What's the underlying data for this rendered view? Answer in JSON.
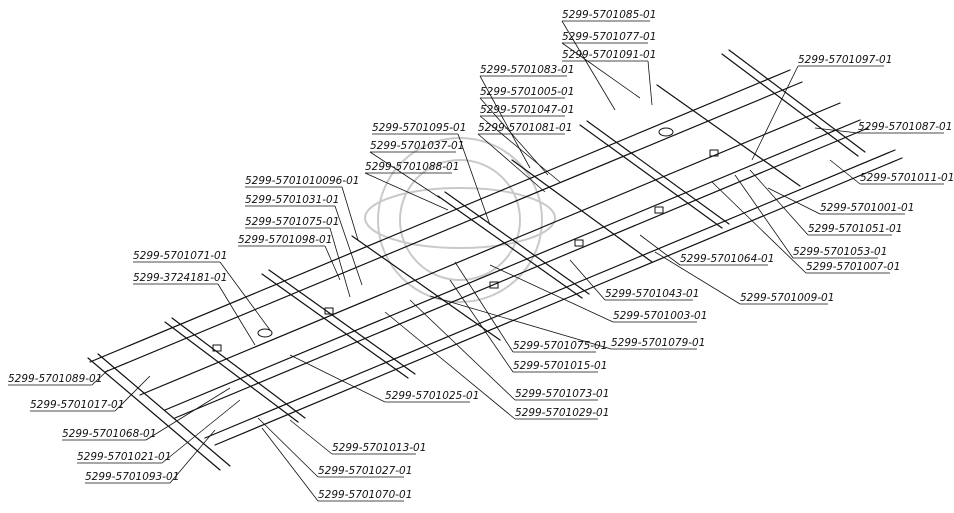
{
  "callouts": [
    {
      "id": "c1",
      "text": "5299-5701085-01"
    },
    {
      "id": "c2",
      "text": "5299-5701077-01"
    },
    {
      "id": "c3",
      "text": "5299-5701091-01"
    },
    {
      "id": "c4",
      "text": "5299-5701083-01"
    },
    {
      "id": "c5",
      "text": "5299-5701097-01"
    },
    {
      "id": "c6",
      "text": "5299-5701005-01"
    },
    {
      "id": "c7",
      "text": "5299-5701047-01"
    },
    {
      "id": "c8",
      "text": "5299-5701081-01"
    },
    {
      "id": "c9",
      "text": "5299-5701087-01"
    },
    {
      "id": "c10",
      "text": "5299-5701095-01"
    },
    {
      "id": "c11",
      "text": "5299-5701037-01"
    },
    {
      "id": "c12",
      "text": "5299-5701088-01"
    },
    {
      "id": "c13",
      "text": "5299-5701011-01"
    },
    {
      "id": "c14",
      "text": "5299-5701010096-01"
    },
    {
      "id": "c15",
      "text": "5299-5701031-01"
    },
    {
      "id": "c16",
      "text": "5299-5701001-01"
    },
    {
      "id": "c17",
      "text": "5299-5701075-01"
    },
    {
      "id": "c18",
      "text": "5299-5701051-01"
    },
    {
      "id": "c19",
      "text": "5299-5701098-01"
    },
    {
      "id": "c20",
      "text": "5299-5701053-01"
    },
    {
      "id": "c21",
      "text": "5299-5701064-01"
    },
    {
      "id": "c22",
      "text": "5299-5701007-01"
    },
    {
      "id": "c23",
      "text": "5299-5701071-01"
    },
    {
      "id": "c24",
      "text": "5299-3724181-01"
    },
    {
      "id": "c25",
      "text": "5299-5701043-01"
    },
    {
      "id": "c26",
      "text": "5299-5701009-01"
    },
    {
      "id": "c27",
      "text": "5299-5701003-01"
    },
    {
      "id": "c28",
      "text": "5299-5701075-01"
    },
    {
      "id": "c29",
      "text": "5299-5701079-01"
    },
    {
      "id": "c30",
      "text": "5299-5701089-01"
    },
    {
      "id": "c31",
      "text": "5299-5701015-01"
    },
    {
      "id": "c32",
      "text": "5299-5701017-01"
    },
    {
      "id": "c33",
      "text": "5299-5701073-01"
    },
    {
      "id": "c34",
      "text": "5299-5701025-01"
    },
    {
      "id": "c35",
      "text": "5299-5701029-01"
    },
    {
      "id": "c36",
      "text": "5299-5701068-01"
    },
    {
      "id": "c37",
      "text": "5299-5701013-01"
    },
    {
      "id": "c38",
      "text": "5299-5701021-01"
    },
    {
      "id": "c39",
      "text": "5299-5701027-01"
    },
    {
      "id": "c40",
      "text": "5299-5701093-01"
    },
    {
      "id": "c41",
      "text": "5299-5701070-01"
    }
  ]
}
